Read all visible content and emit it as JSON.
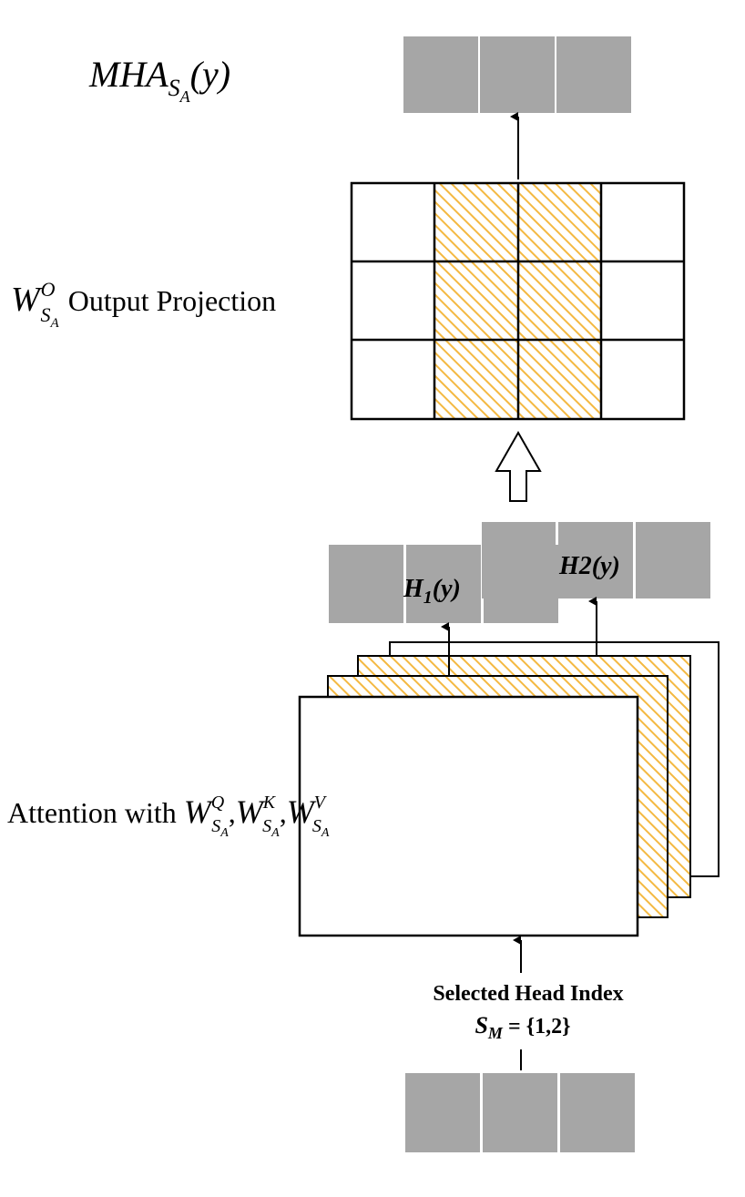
{
  "colors": {
    "token_fill": "#a6a6a6",
    "hatch": "#f4b942",
    "stroke": "#000000",
    "background": "#ffffff"
  },
  "output_label": {
    "base": "MHA",
    "sub": "S",
    "subsub": "A",
    "arg": "(y)"
  },
  "projection_label": {
    "symbol": "W",
    "sup": "O",
    "sub": "S",
    "subsub": "A",
    "text": "Output Projection"
  },
  "attention_label": {
    "prefix": "Attention with ",
    "symbol": "W",
    "sub": "S",
    "subsub": "A",
    "sup_q": "Q",
    "sup_k": "K",
    "sup_v": "V",
    "comma": ","
  },
  "head1_label": {
    "base": "H",
    "sub": "1",
    "arg": "(y)"
  },
  "head2_label": {
    "text": "H2(y)"
  },
  "selected_head": {
    "title": "Selected Head Index",
    "symbol": "S",
    "sub": "M",
    "value": " = {1,2}"
  }
}
